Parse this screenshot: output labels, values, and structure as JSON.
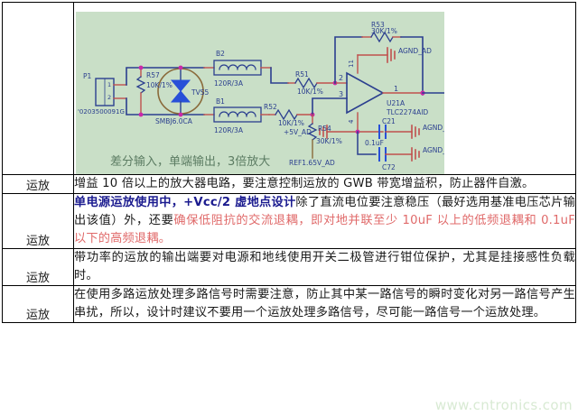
{
  "table": {
    "rows": [
      {
        "label": "",
        "type": "image"
      },
      {
        "label": "运放",
        "type": "text",
        "segments": [
          {
            "text": "增益 10 倍以上的放大器电路，要注意控制运放的 GWB 带宽增益积，防止器件自激。",
            "style": "normal"
          }
        ]
      },
      {
        "label": "运放",
        "type": "text",
        "segments": [
          {
            "text": "单电源运放使用中，+Vcc/2 虚地点设计",
            "style": "blue"
          },
          {
            "text": "除了直流电位要注意稳压（最好选用基准电压芯片输出该值）外，还要",
            "style": "normal"
          },
          {
            "text": "确保低阻抗的交流退耦，即对地并联至少 10uF 以上的低频退耦和 0.1uF 以下的高频退耦。",
            "style": "red"
          }
        ]
      },
      {
        "label": "运放",
        "type": "text",
        "segments": [
          {
            "text": "带功率的运放的输出端要对电源和地线使用开关二极管进行钳位保护，尤其是挂接感性负载时。",
            "style": "normal"
          }
        ]
      },
      {
        "label": "运放",
        "type": "text",
        "segments": [
          {
            "text": "在使用多路运放处理多路信号时需要注意，防止其中某一路信号的瞬时变化对另一路信号产生串扰，所以，设计时建议不要用一个运放处理多路信号，尽可能一路信号一个运放处理。",
            "style": "normal"
          }
        ]
      }
    ]
  },
  "watermark": {
    "text": "www.cntronics.com",
    "color": "#d8ead3"
  },
  "circuit": {
    "caption": "差分输入，单端输出，3倍放大",
    "background": "#c9dfc7",
    "wire_color": "#2b3f8f",
    "net_color": "#c0504d",
    "labels": {
      "p1": "P1",
      "p1_pin1": "1",
      "p1_pin2": "2",
      "p1_part": "'0203500091G",
      "r57": "R57",
      "r57_val": "10K/1%",
      "tvs": "TVS5",
      "tvs_part": "SMBJ6.0CA",
      "b2": "B2",
      "b2_val": "120R/3A",
      "b1": "B1",
      "b1_val": "120R/3A",
      "r51": "R51",
      "r51_val": "10K/1%",
      "r52": "R52",
      "r52_val": "10K/1%",
      "r54": "R54",
      "r54_val": "30K/1%",
      "r53": "R53",
      "r53_val": "30K/1%",
      "ref": "REF1.65V_AD",
      "vcc": "+5V_AD",
      "u21a": "U21A",
      "u21a_part": "TLC2274AID",
      "pin1": "1",
      "pin2": "2",
      "pin3": "3",
      "pin4": "4",
      "pin11": "11",
      "agnd1": "AGND_AD",
      "agnd2": "AGND_AD",
      "agnd3": "AGND_AD",
      "c21": "C21",
      "c21_val": "0.1uF",
      "c72": "C72"
    }
  }
}
